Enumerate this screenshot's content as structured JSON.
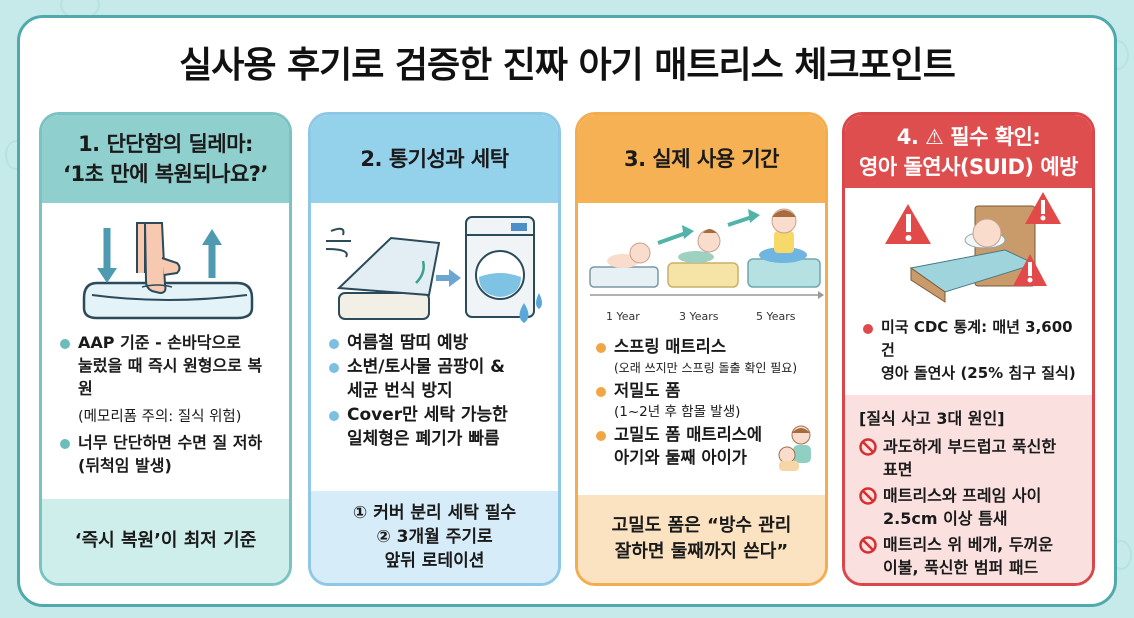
{
  "title": "실사용 후기로 검증한 진짜 아기 매트리스 체크포인트",
  "colors": {
    "background": "#c6eaea",
    "frame_border": "#4fa9ad",
    "teal": "#8fcfcd",
    "blue": "#94d1ea",
    "orange": "#f6b154",
    "red": "#df4e4f"
  },
  "cards": [
    {
      "header_line1": "1. 단단함의 딜레마:",
      "header_line2": "‘1초 만에 복원되나요?’",
      "illustration": "hand-pressing-mattress-icon",
      "bullets": [
        {
          "text": "AAP 기준 - 손바닥으로",
          "text2": "눌렀을 때 즉시 원형으로 복원"
        },
        {
          "text": "너무 단단하면 수면 질 저하",
          "text2": "(뒤척임 발생)"
        }
      ],
      "note": "(메모리폼 주의: 질식 위험)",
      "footer": "‘즉시 복원’이 최저 기준"
    },
    {
      "header_line1": "2. 통기성과 세탁",
      "illustration": "mattress-cover-and-washing-machine-icon",
      "bullets": [
        {
          "text": "여름철 땀띠 예방"
        },
        {
          "text": "소변/토사물 곰팡이 &",
          "text2": "세균 번식 방지"
        },
        {
          "text": "Cover만 세탁 가능한",
          "text2": "일체형은 폐기가 빠름"
        }
      ],
      "footer_lines": [
        "① 커버 분리 세탁 필수",
        "② 3개월 주기로",
        "앞뒤 로테이션"
      ]
    },
    {
      "header_line1": "3. 실제 사용 기간",
      "illustration": "baby-growth-timeline-icon",
      "timeline": [
        "1 Year",
        "3 Years",
        "5 Years"
      ],
      "bullets": [
        {
          "text": "스프링 매트리스",
          "sub": "(오래 쓰지만 스프링 돌출 확인 필요)"
        },
        {
          "text": "저밀도 폼",
          "sub": "(1~2년 후 함몰 발생)"
        },
        {
          "text": "고밀도 폼 매트리스에",
          "text2": "아기와 둘째 아이가"
        }
      ],
      "footer_lines": [
        "고밀도 폼은 “방수 관리",
        "잘하면 둘째까지 쓴다”"
      ]
    },
    {
      "header_line1": "4. ⚠ 필수 확인:",
      "header_line2": "영아 돌연사(SUID) 예방",
      "illustration": "sleeping-baby-bed-warning-icon",
      "bullets": [
        {
          "text": "미국 CDC 통계: 매년 3,600건",
          "text2": "영아 돌연사 (25% 침구 질식)"
        }
      ],
      "footer_title": "[질식 사고 3대 원인]",
      "causes": [
        {
          "line1": "과도하게 부드럽고 푹신한",
          "line2": "표면"
        },
        {
          "line1": "매트리스와 프레임 사이",
          "line2": "2.5cm 이상 틈새"
        },
        {
          "line1": "매트리스 위 베개, 두꺼운",
          "line2": "이불, 푹신한 범퍼 패드"
        }
      ]
    }
  ]
}
